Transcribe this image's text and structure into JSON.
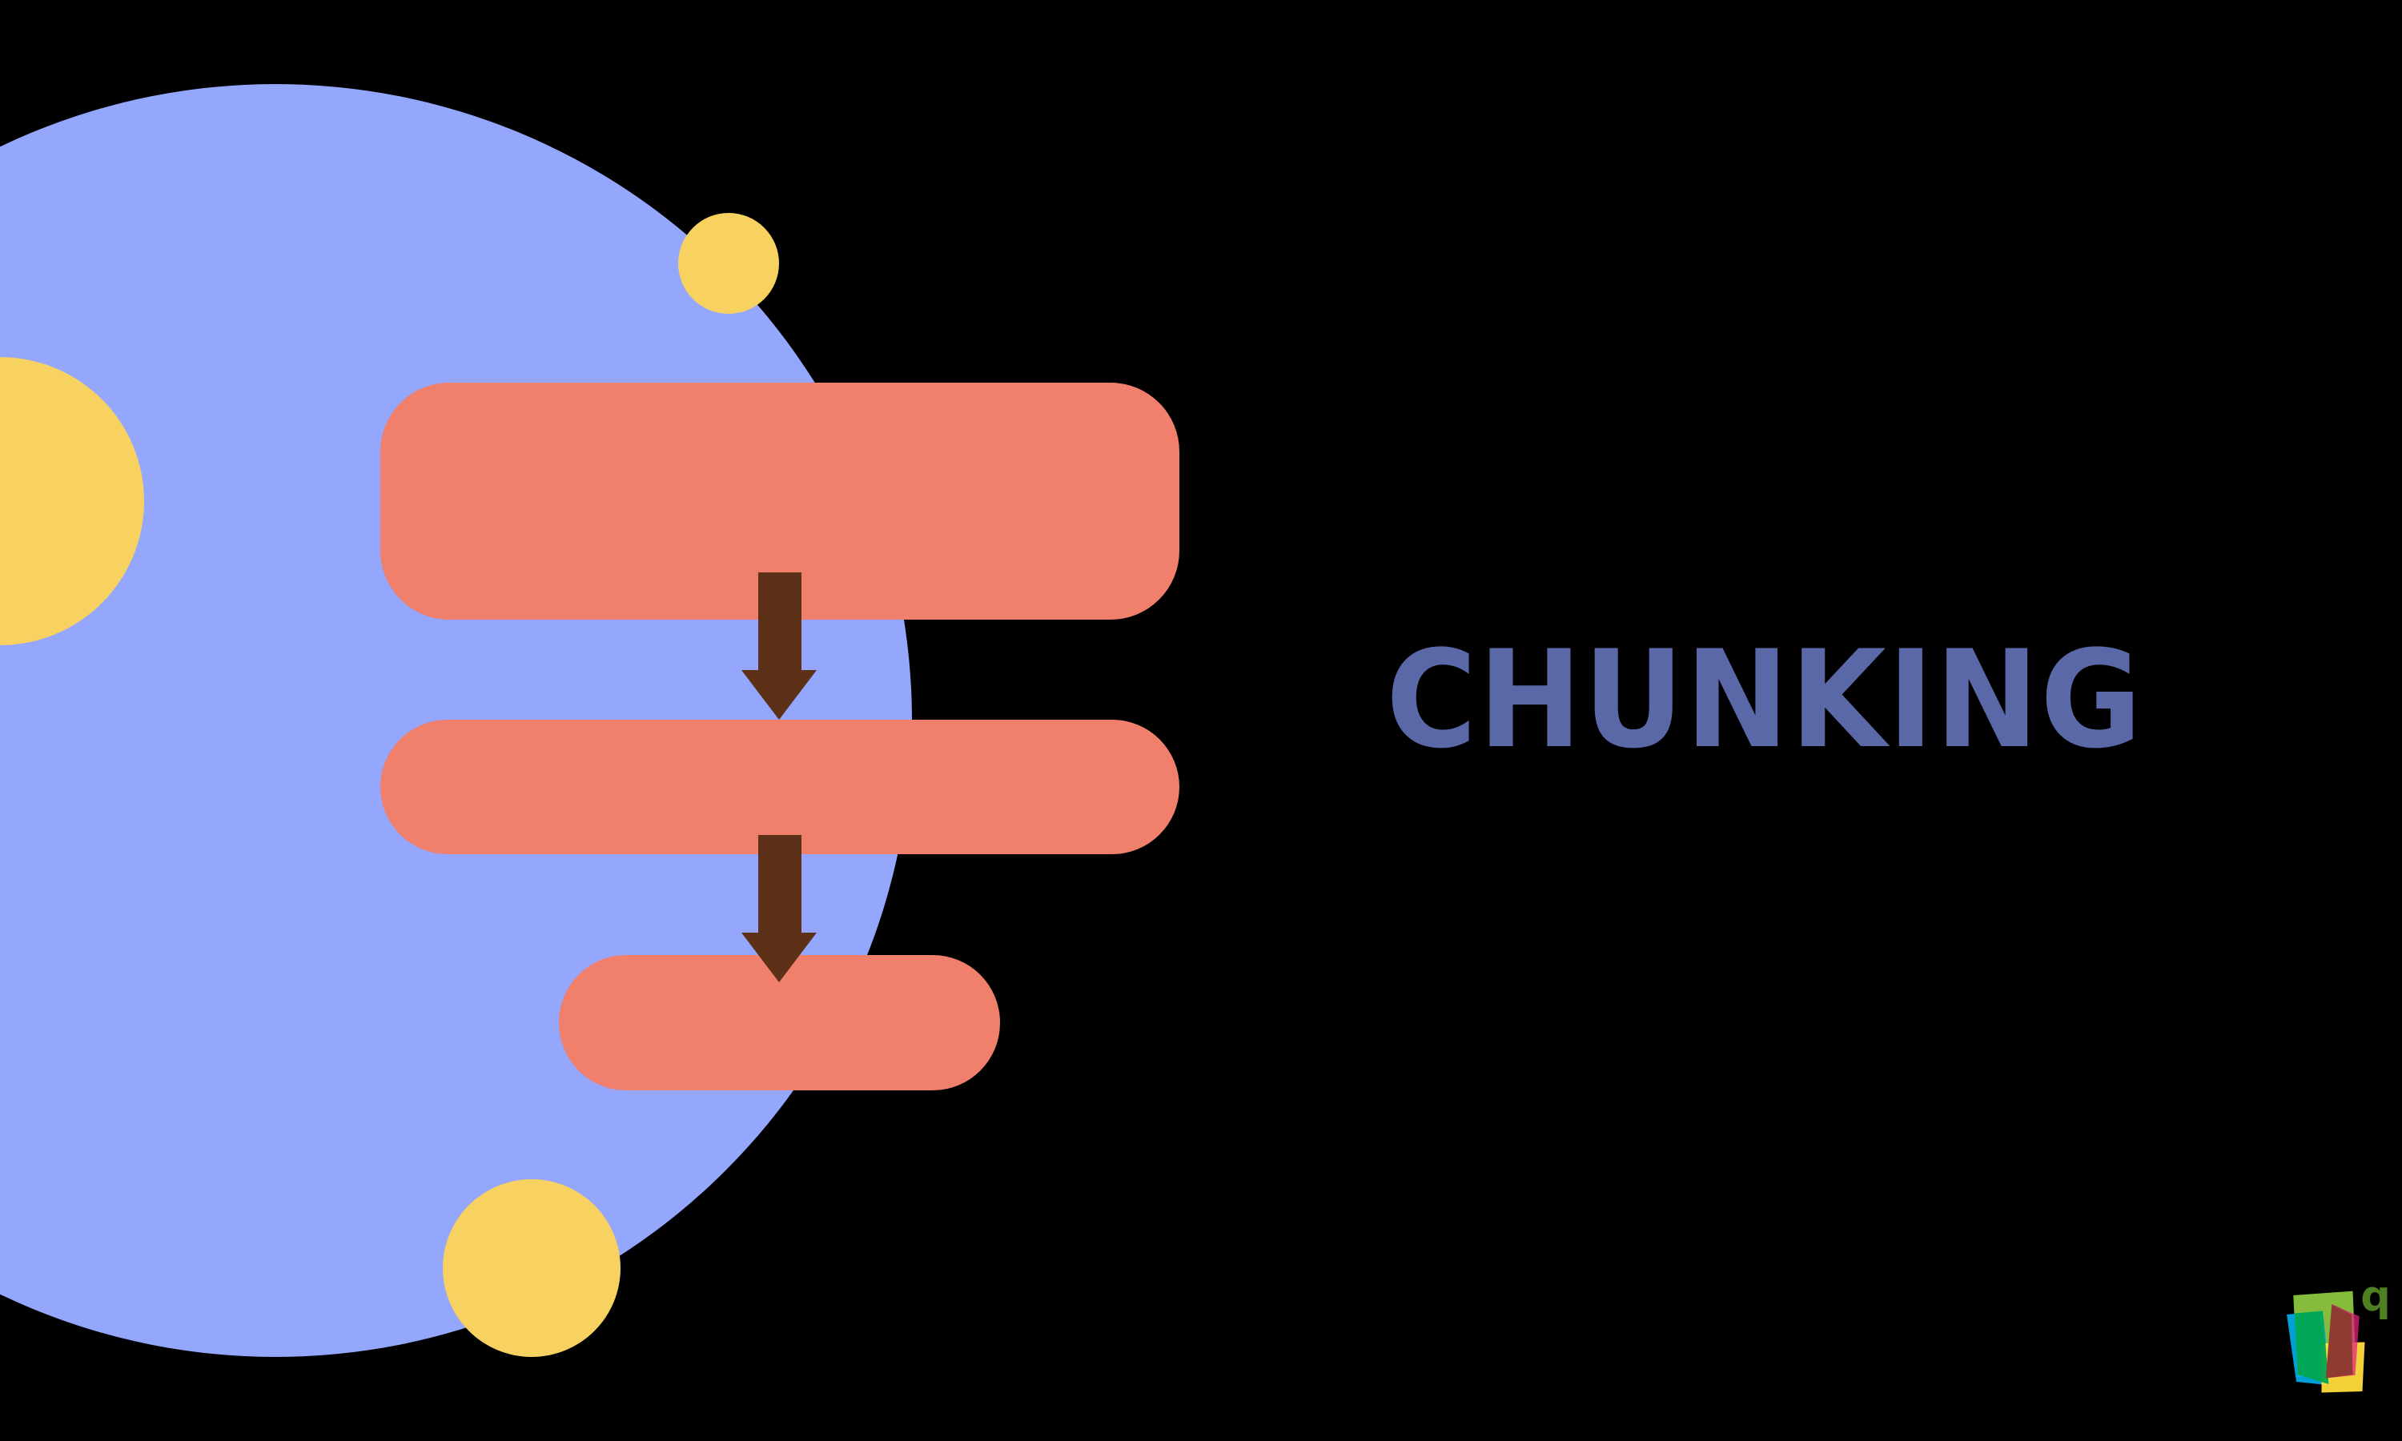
{
  "slide": {
    "title": "CHUNKING",
    "background": "#000000"
  },
  "colors": {
    "big_circle": "#94A7FD",
    "accent_dots": "#F8D261",
    "boxes": "#F07F6C",
    "arrows": "#5C3117",
    "title_text": "#5A68A8"
  },
  "diagram": {
    "type": "flowchart",
    "boxes": [
      {
        "id": "box-1",
        "label": ""
      },
      {
        "id": "box-2",
        "label": ""
      },
      {
        "id": "box-3",
        "label": ""
      }
    ],
    "arrows": [
      {
        "from": "box-1",
        "to": "box-2"
      },
      {
        "from": "box-2",
        "to": "box-3"
      }
    ]
  },
  "logo": {
    "icon": "colorful-overlapping-pages-logo",
    "letter": "q"
  }
}
